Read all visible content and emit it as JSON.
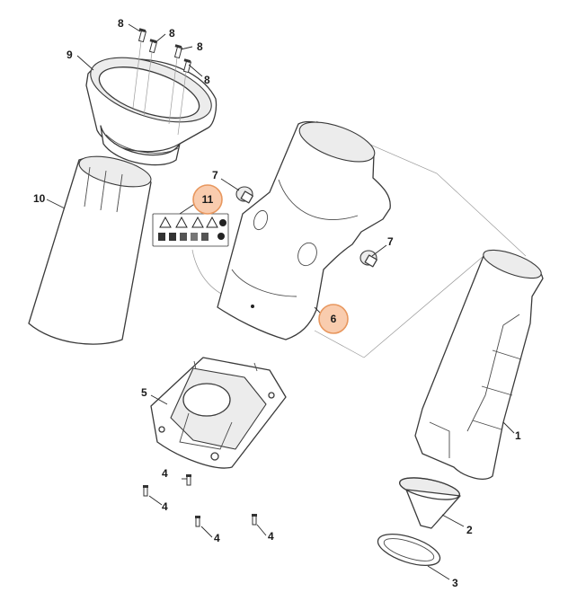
{
  "diagram": {
    "highlight_fill": "#f9ccae",
    "highlight_stroke": "#e8975e",
    "callouts": [
      {
        "id": "c8a",
        "label": "8"
      },
      {
        "id": "c8b",
        "label": "8"
      },
      {
        "id": "c8c",
        "label": "8"
      },
      {
        "id": "c8d",
        "label": "8"
      },
      {
        "id": "c9",
        "label": "9"
      },
      {
        "id": "c10",
        "label": "10"
      },
      {
        "id": "c7a",
        "label": "7"
      },
      {
        "id": "c7b",
        "label": "7"
      },
      {
        "id": "c5",
        "label": "5"
      },
      {
        "id": "c1",
        "label": "1"
      },
      {
        "id": "c2",
        "label": "2"
      },
      {
        "id": "c3",
        "label": "3"
      },
      {
        "id": "c4a",
        "label": "4"
      },
      {
        "id": "c4b",
        "label": "4"
      },
      {
        "id": "c4c",
        "label": "4"
      },
      {
        "id": "c4d",
        "label": "4"
      }
    ],
    "highlighted_callouts": [
      {
        "id": "h11",
        "label": "11"
      },
      {
        "id": "h6",
        "label": "6"
      }
    ]
  }
}
